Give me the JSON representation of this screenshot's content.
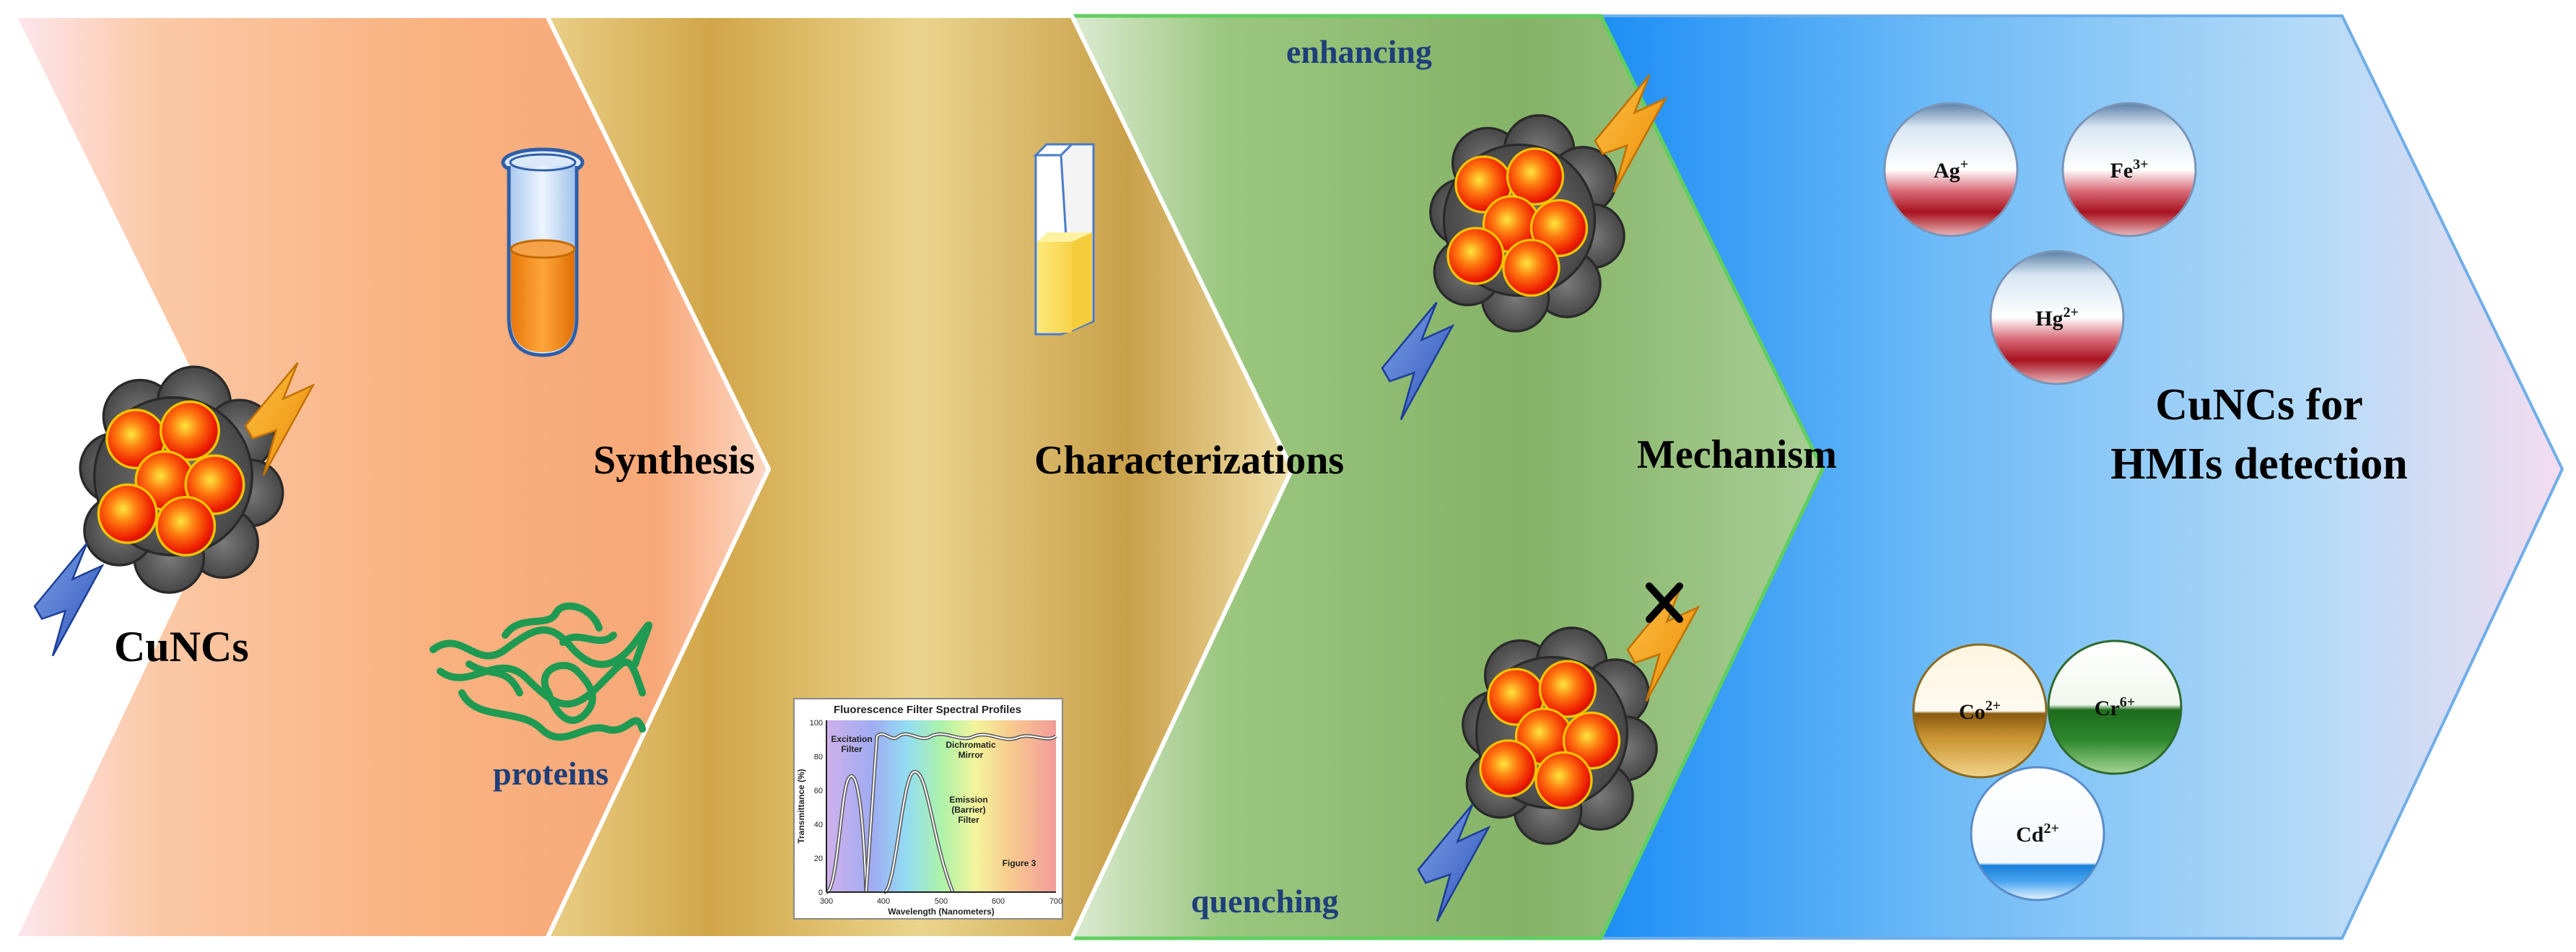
{
  "stages": [
    {
      "id": "cuncs",
      "label": "CuNCs"
    },
    {
      "id": "synthesis",
      "label": "Synthesis",
      "sublabel": "proteins"
    },
    {
      "id": "characterizations",
      "label": "Characterizations"
    },
    {
      "id": "mechanism",
      "label": "Mechanism",
      "top_label": "enhancing",
      "bottom_label": "quenching"
    },
    {
      "id": "detection",
      "label_line1": "CuNCs for",
      "label_line2": "HMIs detection"
    }
  ],
  "ions": [
    {
      "symbol": "Ag",
      "charge": "+",
      "style": "red"
    },
    {
      "symbol": "Fe",
      "charge": "3+",
      "style": "red"
    },
    {
      "symbol": "Hg",
      "charge": "2+",
      "style": "red"
    },
    {
      "symbol": "Co",
      "charge": "2+",
      "style": "gold"
    },
    {
      "symbol": "Cr",
      "charge": "6+",
      "style": "green"
    },
    {
      "symbol": "Cd",
      "charge": "2+",
      "style": "blue"
    }
  ],
  "spectrum_inset": {
    "title": "Fluorescence Filter Spectral Profiles",
    "xlabel": "Wavelength (Nanometers)",
    "ylabel": "Transmittance (%)",
    "x_ticks": [
      "300",
      "400",
      "500",
      "600",
      "700"
    ],
    "y_ticks": [
      "0",
      "20",
      "40",
      "60",
      "80",
      "100"
    ],
    "annotations": {
      "excitation": [
        "Excitation",
        "Filter"
      ],
      "dichromatic": [
        "Dichromatic",
        "Mirror"
      ],
      "emission": [
        "Emission",
        "(Barrier)",
        "Filter"
      ],
      "figure": "Figure 3"
    }
  },
  "colors": {
    "peach": "#f9b07e",
    "gold": "#d4ad55",
    "green": "#8dba6d",
    "blue": "#2f9af4",
    "nanocluster_red": "#ee1c00",
    "cloud": "#555555",
    "label_blue": "#1f3f7a"
  }
}
